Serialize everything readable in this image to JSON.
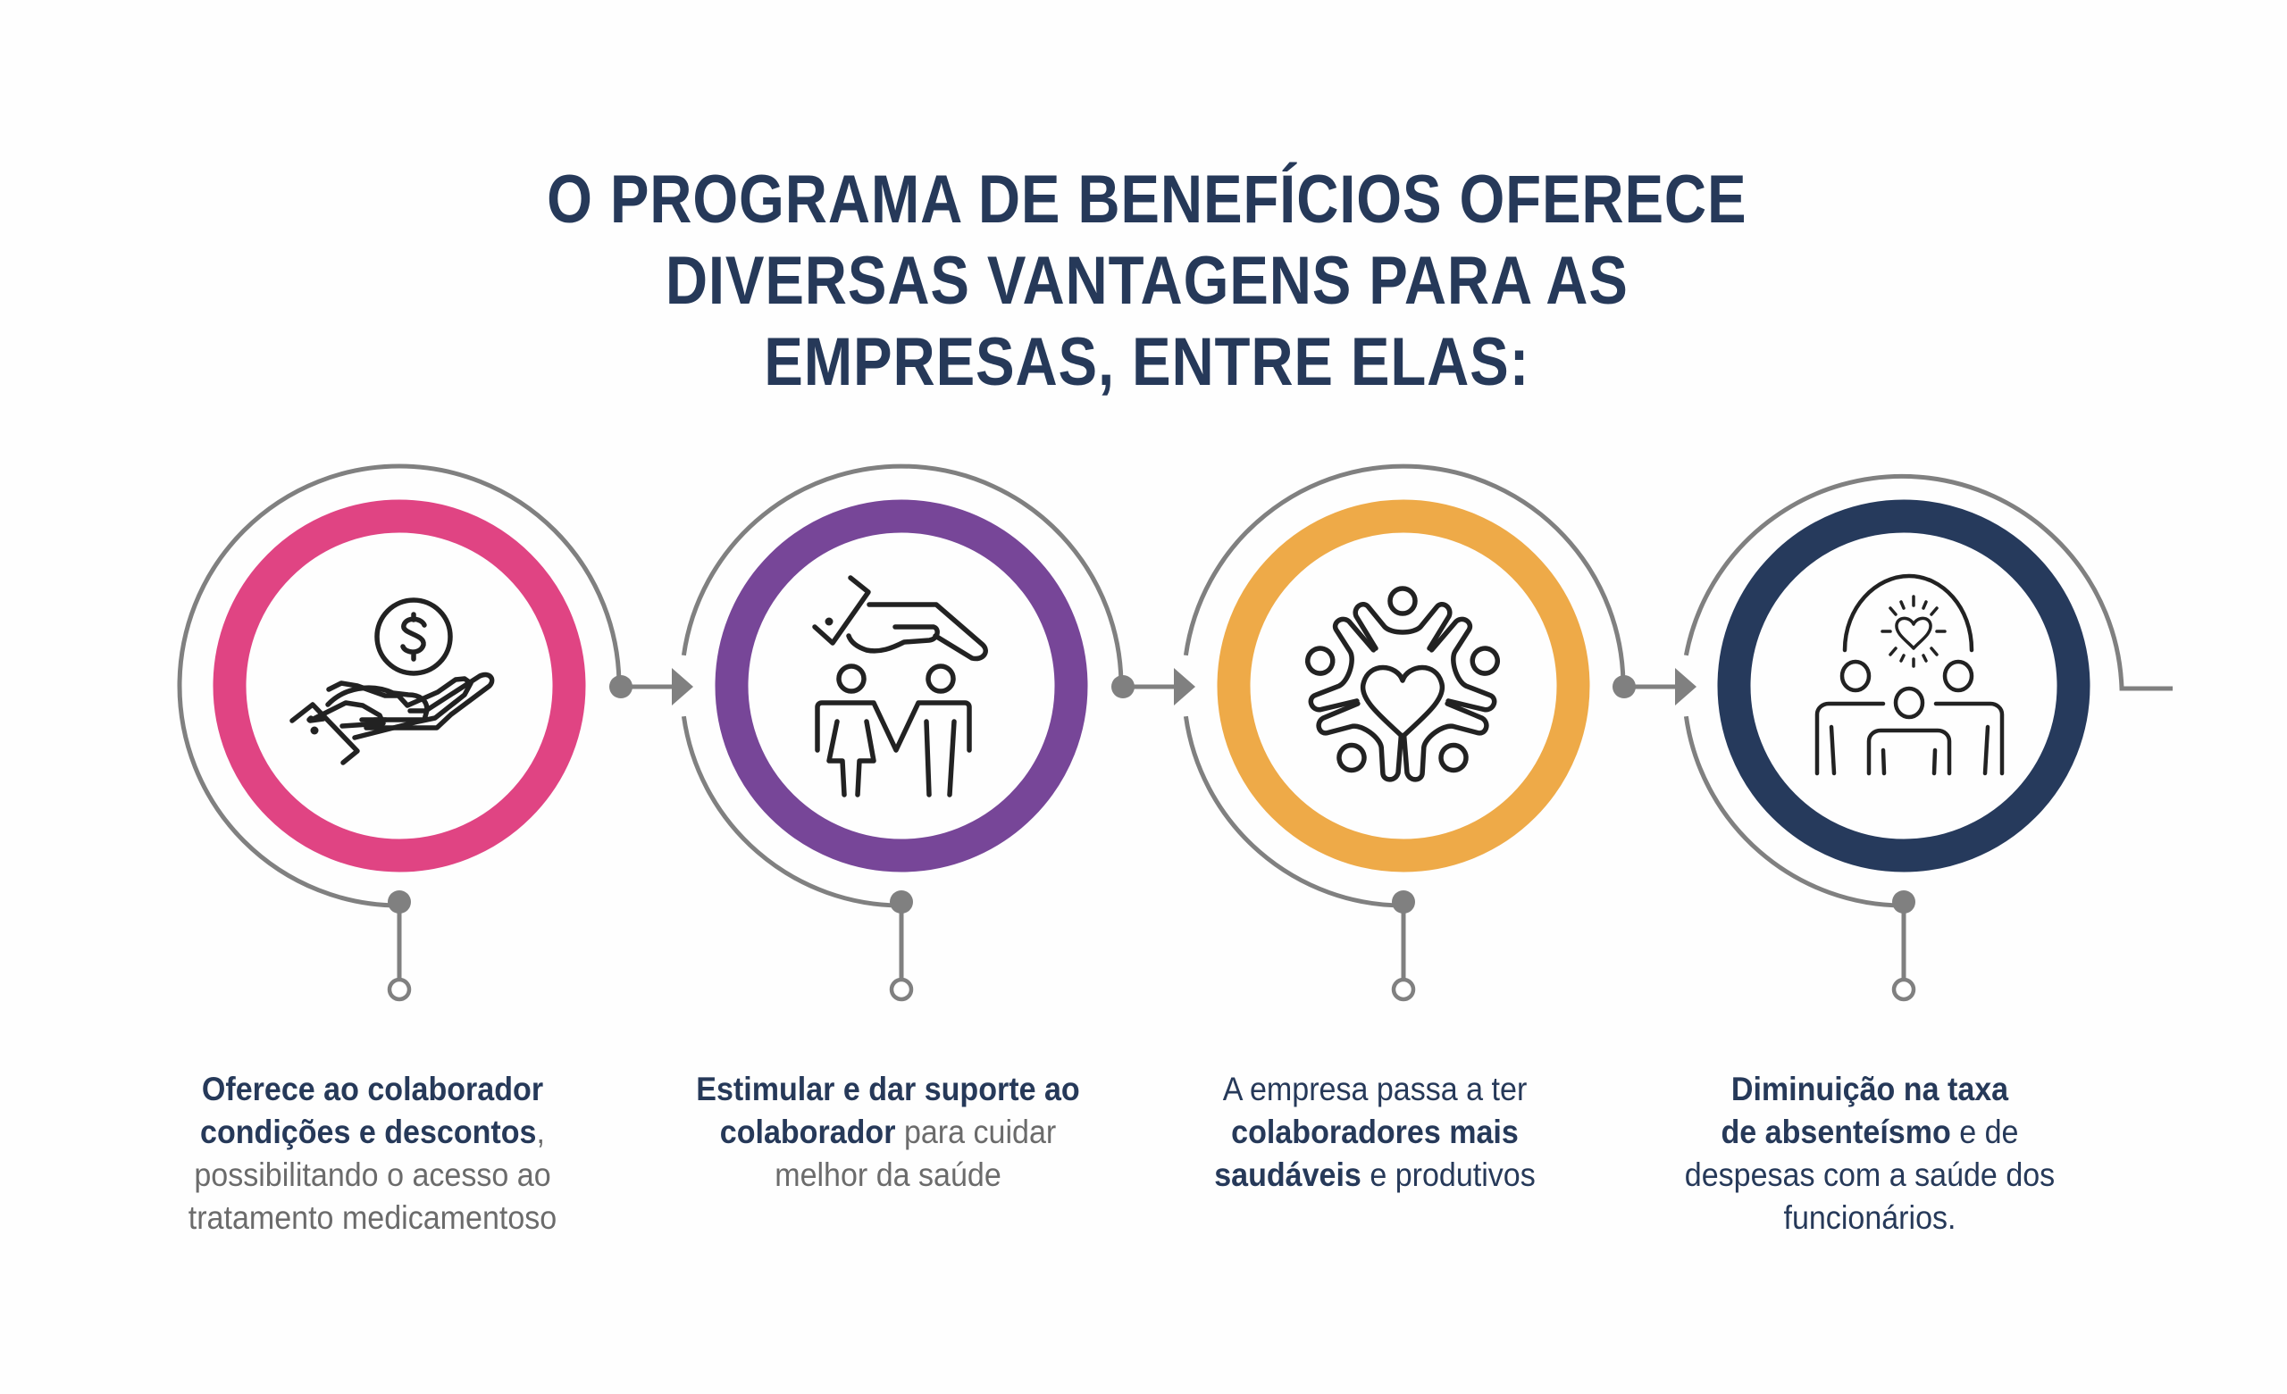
{
  "title": {
    "lines": [
      "O PROGRAMA DE BENEFÍCIOS OFERECE",
      "DIVERSAS VANTAGENS PARA AS",
      "EMPRESAS, ENTRE ELAS:"
    ]
  },
  "colors": {
    "title": "#263959",
    "connector_gray": "#808080",
    "icon_stroke": "#222222",
    "body_gray": "#6b6b6b"
  },
  "steps": [
    {
      "ring_color": "#E04483",
      "icon": "hand-holding-dollar-icon",
      "text_lines": [
        [
          {
            "t": "Oferece ao colaborador",
            "bold": true
          }
        ],
        [
          {
            "t": "condições e descontos",
            "bold": true
          },
          {
            "t": ",",
            "bold": false
          }
        ],
        [
          {
            "t": "possibilitando o acesso ao",
            "bold": false
          }
        ],
        [
          {
            "t": "tratamento medicamentoso",
            "bold": false
          }
        ]
      ]
    },
    {
      "ring_color": "#774698",
      "icon": "hand-protecting-couple-icon",
      "text_lines": [
        [
          {
            "t": "Estimular e dar suporte ao",
            "bold": true
          }
        ],
        [
          {
            "t": "colaborador",
            "bold": true
          },
          {
            "t": " para cuidar",
            "bold": false
          }
        ],
        [
          {
            "t": "melhor da saúde",
            "bold": false
          }
        ]
      ]
    },
    {
      "ring_color": "#EEAA48",
      "icon": "community-heart-icon",
      "text_lines": [
        [
          {
            "t": "A empresa passa a ter",
            "bold": false
          }
        ],
        [
          {
            "t": "colaboradores mais",
            "bold": true
          }
        ],
        [
          {
            "t": "saudáveis",
            "bold": true
          },
          {
            "t": " e produtivos",
            "bold": false
          }
        ]
      ]
    },
    {
      "ring_color": "#263A5C",
      "icon": "team-wellbeing-heart-icon",
      "text_lines": [
        [
          {
            "t": "Diminuição na taxa",
            "bold": true
          }
        ],
        [
          {
            "t": "de absenteísmo",
            "bold": true
          },
          {
            "t": " e de",
            "bold": false
          }
        ],
        [
          {
            "t": "despesas com a saúde dos",
            "bold": false
          }
        ],
        [
          {
            "t": "funcionários.",
            "bold": false
          }
        ]
      ]
    }
  ],
  "desc_plain": [
    {
      "l0": "Oferece ao colaborador",
      "l1a": "condições e descontos",
      "l1b": ",",
      "l2": "possibilitando o acesso ao",
      "l3": "tratamento medicamentoso"
    },
    {
      "l0": "Estimular e dar suporte ao",
      "l1a": "colaborador",
      "l1b": " para cuidar",
      "l2": "melhor da saúde"
    },
    {
      "l0": "A empresa passa a ter",
      "l1": "colaboradores mais",
      "l2a": "saudáveis",
      "l2b": " e produtivos"
    },
    {
      "l0": "Diminuição na taxa",
      "l1a": "de absenteísmo",
      "l1b": " e de",
      "l2": "despesas com a saúde dos",
      "l3": "funcionários."
    }
  ]
}
